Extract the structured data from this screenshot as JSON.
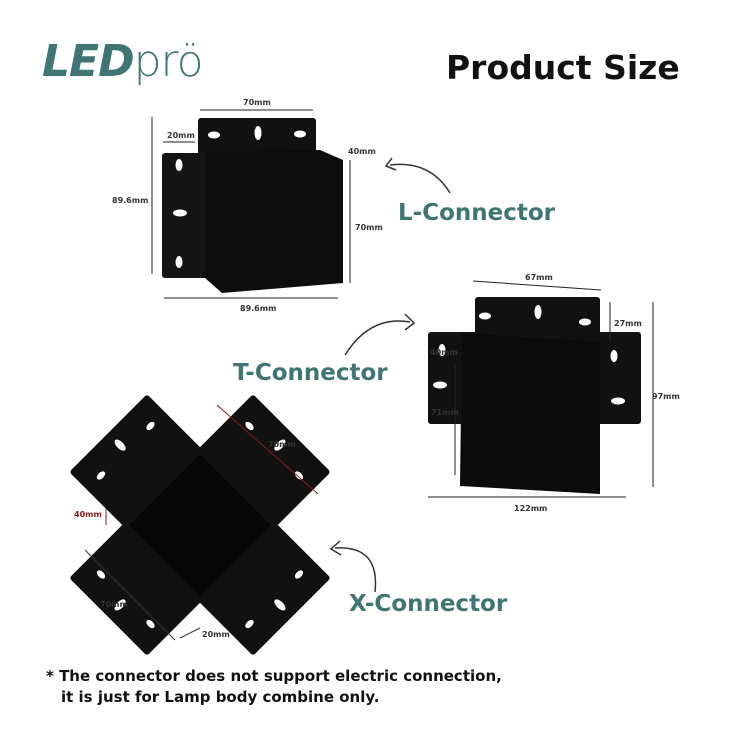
{
  "logo": {
    "bold": "LED",
    "light": "prö"
  },
  "title": "Product Size",
  "connectors": {
    "l": {
      "label": "L-Connector",
      "dims": [
        "70mm",
        "20mm",
        "40mm",
        "89.6mm",
        "70mm",
        "89.6mm"
      ]
    },
    "t": {
      "label": "T-Connector",
      "dims": [
        "67mm",
        "27mm",
        "40mm",
        "71mm",
        "97mm",
        "122mm"
      ]
    },
    "x": {
      "label": "X-Connector",
      "dims": [
        "70mm",
        "40mm",
        "70mm",
        "20mm"
      ]
    }
  },
  "note": {
    "line1": "* The connector does not support electric connection,",
    "line2": "it is just for Lamp body combine only."
  }
}
